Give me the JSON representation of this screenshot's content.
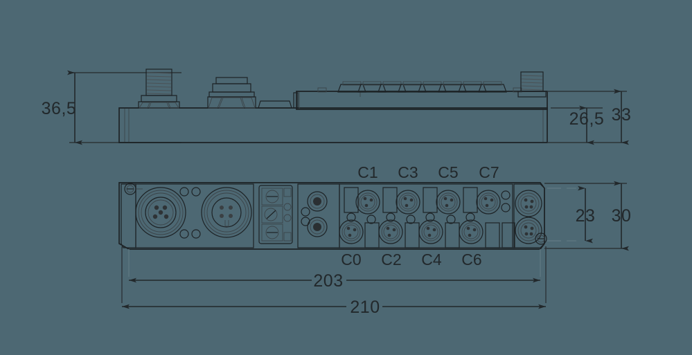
{
  "drawing": {
    "title": "Turck multiprotocol I/O module dimensional drawing",
    "background_color": "#4d6873",
    "line_color": "#22282b",
    "body_fill": "#b9bdbf",
    "body_fill_light": "#cfd2d4",
    "body_fill_dark": "#9a9ea1",
    "white_fill": "#ffffff"
  },
  "views": {
    "top": {
      "name": "side-elevation-view"
    },
    "bottom": {
      "name": "front-face-view"
    }
  },
  "dimensions": {
    "height_total_left": "36,5",
    "height_body_right": "26,5",
    "height_overall_right": "33",
    "width_inner": "203",
    "width_overall": "210",
    "depth_inner": "23",
    "depth_overall": "30"
  },
  "connector_labels": {
    "top_row": [
      "C1",
      "C3",
      "C5",
      "C7"
    ],
    "bottom_row": [
      "C0",
      "C2",
      "C4",
      "C6"
    ]
  },
  "ports": {
    "m12_large_count": 2,
    "m8_round_count": 8,
    "terminal_screws": 3,
    "bnc_count": 2,
    "top_bump_count": 8
  }
}
